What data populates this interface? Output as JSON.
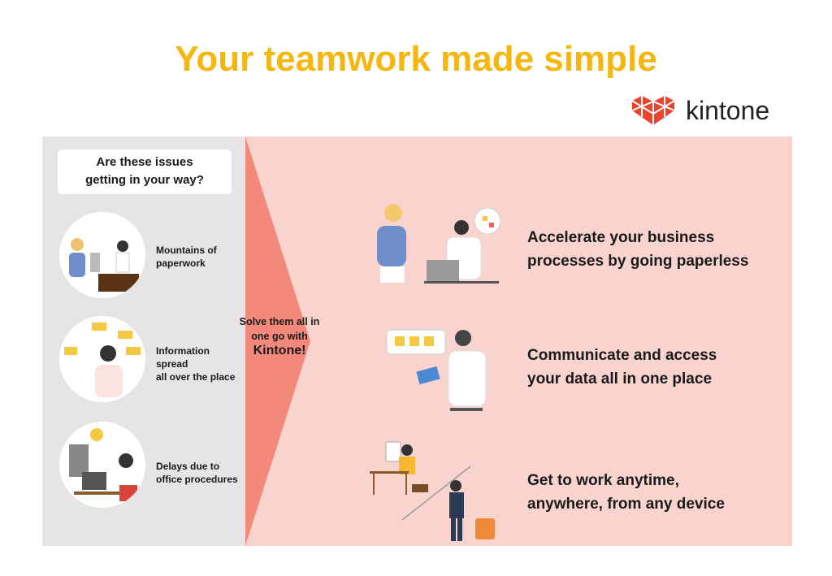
{
  "title": "Your teamwork made simple",
  "logo": {
    "text": "kintone",
    "color": "#e8442e"
  },
  "colors": {
    "title": "#f5b70f",
    "left_panel": "#e6e4e4",
    "right_panel": "#f9d4cf",
    "arrow": "#f2897a"
  },
  "question": {
    "line1": "Are these issues",
    "line2": "getting in your way?"
  },
  "issues": [
    {
      "lines": [
        "Mountains of",
        "paperwork"
      ]
    },
    {
      "lines": [
        "Information",
        "spread",
        "all over the place"
      ]
    },
    {
      "lines": [
        "Delays due to",
        "office procedures"
      ]
    }
  ],
  "solve": {
    "line1": "Solve them all in",
    "line2": "one go with",
    "line3": "Kintone!"
  },
  "benefits": [
    {
      "lines": [
        "Accelerate your business",
        "processes by going paperless"
      ]
    },
    {
      "lines": [
        "Communicate and access",
        "your data all in one place"
      ]
    },
    {
      "lines": [
        "Get to work anytime,",
        "anywhere, from any device"
      ]
    }
  ]
}
